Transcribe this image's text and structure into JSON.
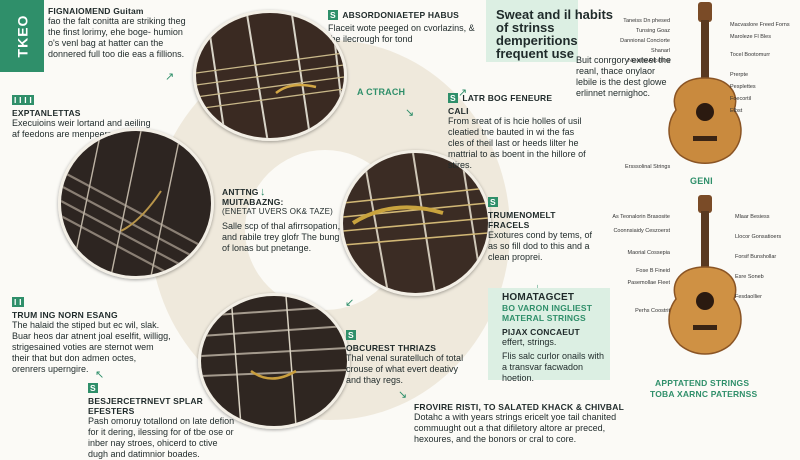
{
  "side_tab": {
    "text": "TKEO",
    "color": "#2f8f6a"
  },
  "intro": {
    "title": "FIGNAIOMEND Guitam",
    "body": "fao the falt conitta are striking theg the finst lorimy, ehe boge- humion o's venl bag at hatter can the donnered full too die eas a fillions."
  },
  "left_blocks": [
    {
      "badge": "I I I I",
      "title": "EXPTANLETTAS",
      "body": "Execuioins weir lortand and aeiling af feedons are menpeers."
    },
    {
      "badge": "I I",
      "title": "TRUM ING NORN ESANG",
      "body": "The halaid the stiped but ec wil, slak. Buar heos dar atnent joal eselfit, willigg, strigesained voties are sternot wem their that but don admen octes, orenrers uperngire."
    },
    {
      "badge": "S",
      "title": "BESJERCETRNEVT SPLAR EFESTERS",
      "body": "Pash omoruy totallond on late defion for it dering, ilessing for of tbe ose or inber nay stroes, ohicerd to ctive dugh and datimnior boades."
    }
  ],
  "top_block": {
    "badge": "S",
    "title": "ABSORDONIAETEP HABUS",
    "body": "Flaceit wote peeged on cvorlazins, & the ilecrough for tond"
  },
  "center": {
    "title": "ANTTNG",
    "subtitle": "MUITABAZNG:",
    "line": "(ENETAT UVERS OK& TAZE)",
    "body": "Salle scp of thal afirrsopation, and rabile trey glofr The bung of lonas but pnetange."
  },
  "mid_label": "A CTRACH",
  "right_mid": {
    "badge": "S",
    "title": "LATR BOG FENEURE",
    "sub": "CALI",
    "body": "From sreat of is hcie holles of usil cleatied tne bauted in wi the fas cles of theil last or heeds lilter he mattrial to as boent in the hillore of stires."
  },
  "right_low": {
    "badge": "S",
    "title": "TRUMENOMELT FRACELS",
    "body": "Exotures cond by tems, of as so fill dod to this and a clean proprei."
  },
  "small_block": {
    "badge": "S",
    "title": "OBCUREST THRIAZS",
    "body": "Thal venal suratelluch of total crouse of what evert deativy and thay regs."
  },
  "bottom_block": {
    "title": "FROVIRE RISTI, TO SALATED KHACK & CHIVBAL",
    "body": "Dotahc a with years strings ericelt yoe tail chanited commuught out a that difiletory altore ar preced, hexoures, and the bonors or cral to core."
  },
  "headline": {
    "text": "Sweat and il habits of strinss demperitions frequent use",
    "aside": "Buit conrgory exteet the reanl, thace onylaor lebile is the dest glowe erlinnet nernighoc."
  },
  "homa": {
    "title": "HOMATAGCET",
    "green1": "BO VARON INGLIEST",
    "green2": "MATERAL STRINGS",
    "sub": "PIJAX CONCAEUT",
    "sub2": "effert, strings.",
    "body": "Flis salc curlor onails with a transvar facwadon hoetion."
  },
  "guitar_top": {
    "labels_left": [
      "Taneiss Dn phesed",
      "Tunsing Goaz",
      "Dannional Conciorte",
      "Shanarl",
      "Nieeers Asceliins"
    ],
    "labels_right": [
      "Macvaslore Freed Forns",
      "Maroleze Fl Bles",
      "Tocel Bootomurr",
      "Prerpte",
      "Pesplettes",
      "Foecortil",
      "Elbst"
    ],
    "foot_label": "Ersssolinal Strings",
    "caption": "GENI"
  },
  "guitar_bottom": {
    "labels_left": [
      "As Teonalorin Brasosite",
      "Coonnsiaidy Ceszoerst",
      "Maorial Cossepia",
      "Fose B Fineid",
      "Pasemollae Fleet",
      "Perhs Coostrit"
    ],
    "labels_right": [
      "Mlaar Besiess",
      "Llocor Gonsatioers",
      "Forsif Bunshollar",
      "Esre Soneb",
      "Fesdaollier"
    ],
    "caption1": "APPTATEND STRINGS",
    "caption2": "TOBA XARNC PATERNSS"
  },
  "colors": {
    "accent": "#2f8f6a",
    "cream": "#efe9dc",
    "wood": "#c98a3e"
  }
}
